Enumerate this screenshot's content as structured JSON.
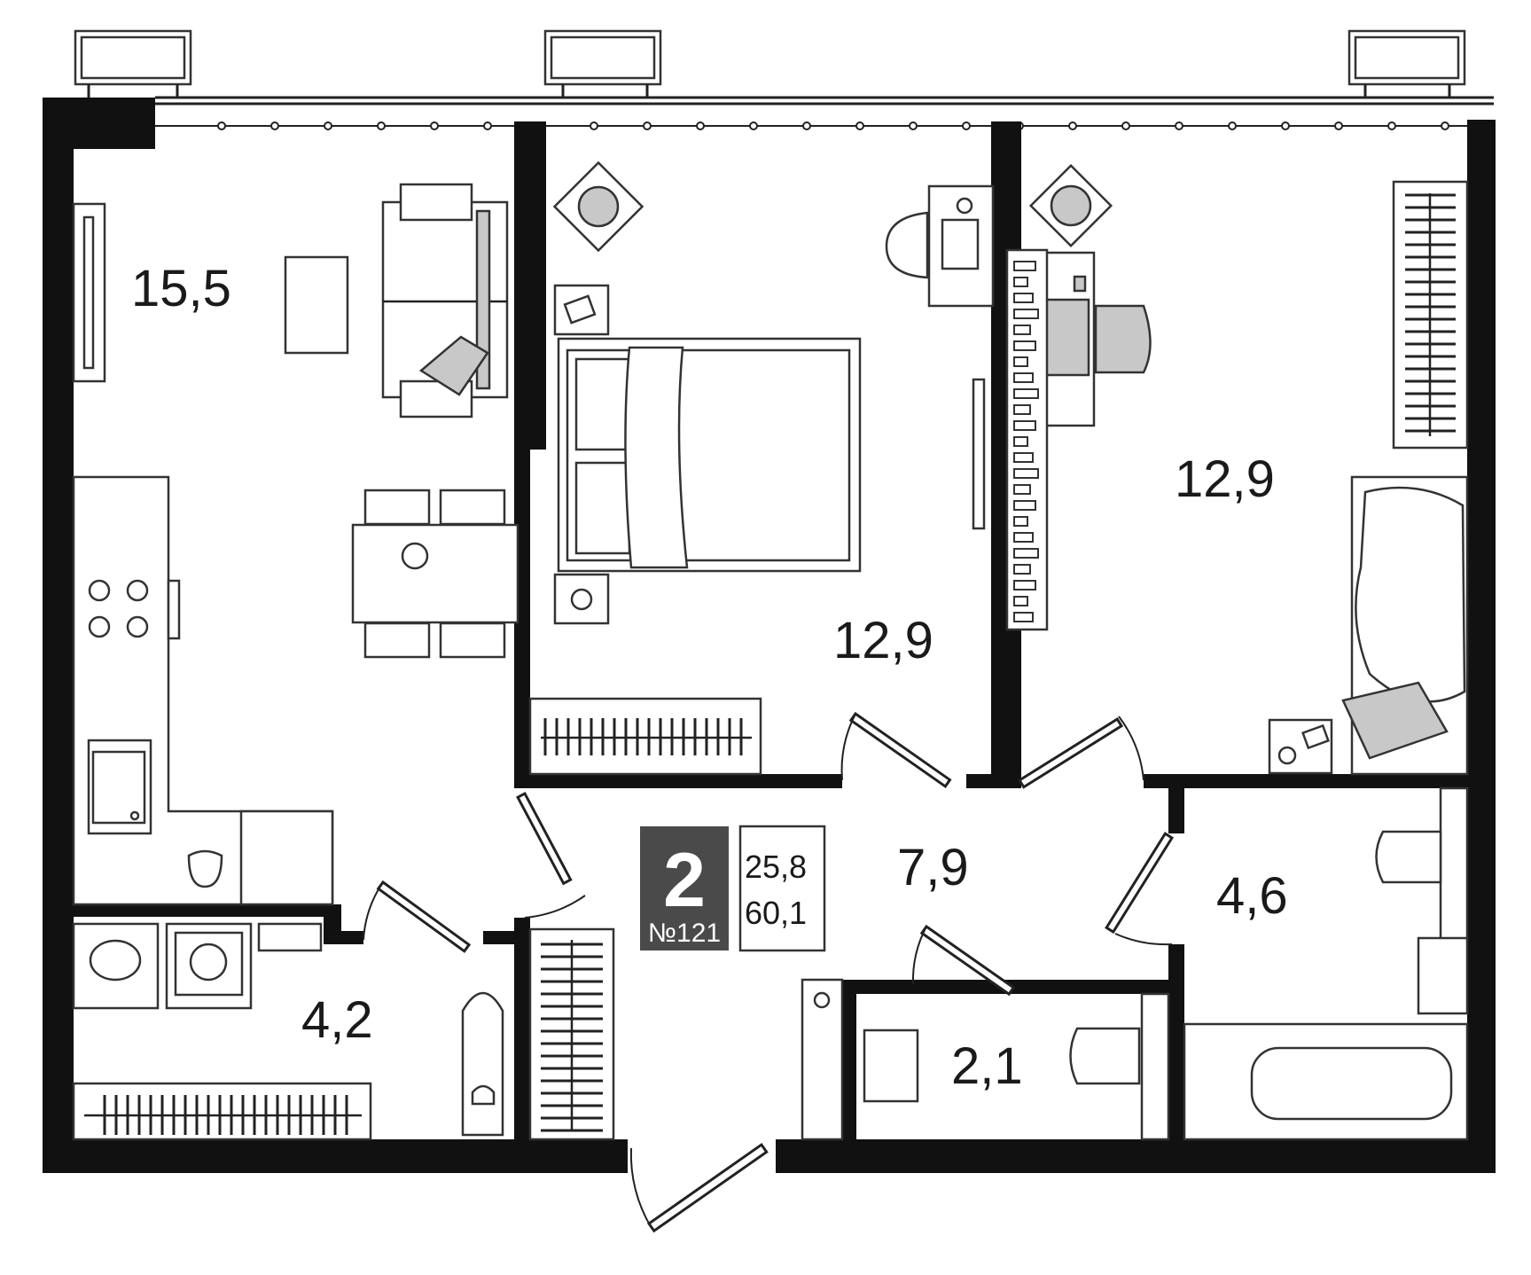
{
  "apartment": {
    "rooms_count": "2",
    "number": "№121",
    "living_area": "25,8",
    "total_area": "60,1"
  },
  "rooms": [
    {
      "id": "living-kitchen",
      "area": "15,5"
    },
    {
      "id": "bedroom-center",
      "area": "12,9"
    },
    {
      "id": "bedroom-right",
      "area": "12,9"
    },
    {
      "id": "hallway",
      "area": "7,9"
    },
    {
      "id": "bathroom-right",
      "area": "4,6"
    },
    {
      "id": "laundry",
      "area": "4,2"
    },
    {
      "id": "toilet",
      "area": "2,1"
    }
  ],
  "colors": {
    "wall": "#111111",
    "badge": "#4a4a4a",
    "accent_furniture": "#c8c8c8"
  }
}
